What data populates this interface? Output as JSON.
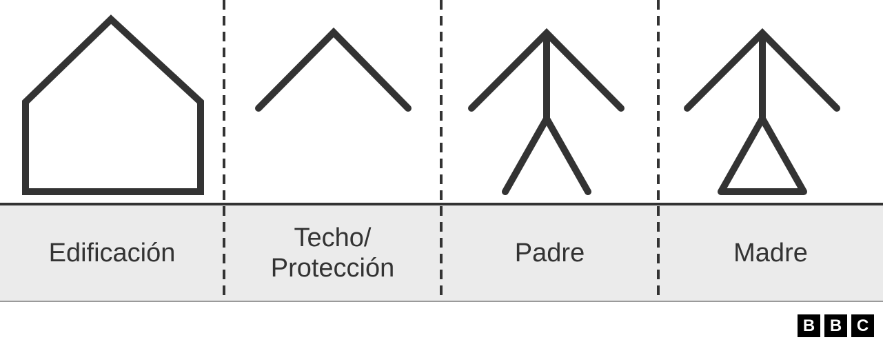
{
  "figure": {
    "columns": [
      {
        "label": "Edificación",
        "icon": "house-outline-icon"
      },
      {
        "label": "Techo/\nProtección",
        "icon": "roof-chevron-icon"
      },
      {
        "label": "Padre",
        "icon": "father-stick-figure-icon"
      },
      {
        "label": "Madre",
        "icon": "mother-stick-figure-icon"
      }
    ],
    "colors": {
      "stroke": "#333333",
      "label_band": "#ebebeb",
      "label_text": "#333333",
      "band_rule": "#9a9a9a",
      "background": "#ffffff",
      "logo_background": "#000000",
      "logo_text": "#ffffff"
    }
  },
  "logo": {
    "name": "BBC",
    "blocks": [
      "B",
      "B",
      "C"
    ]
  }
}
